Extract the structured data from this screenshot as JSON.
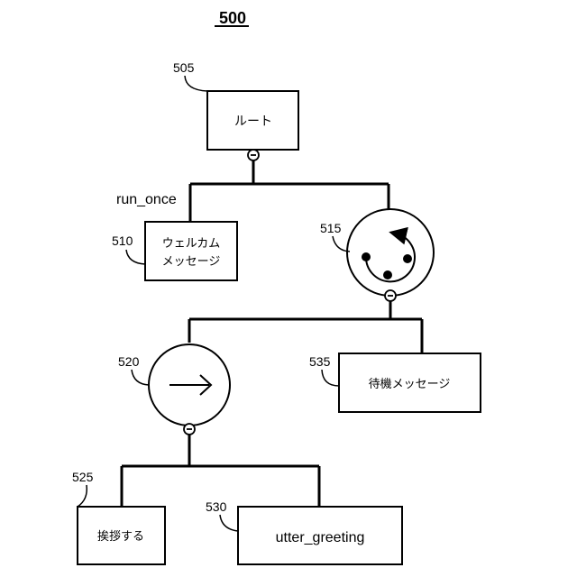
{
  "figure": {
    "title": "500"
  },
  "nodes": {
    "root": {
      "ref": "505",
      "label": "ルート"
    },
    "welcome": {
      "ref": "510",
      "label_line1": "ウェルカム",
      "label_line2": "メッセージ",
      "edge_label": "run_once"
    },
    "loop": {
      "ref": "515"
    },
    "sequence": {
      "ref": "520"
    },
    "wait": {
      "ref": "535",
      "label": "待機メッセージ"
    },
    "greet": {
      "ref": "525",
      "label": "挨拶する"
    },
    "utter": {
      "ref": "530",
      "label": "utter_greeting"
    }
  }
}
